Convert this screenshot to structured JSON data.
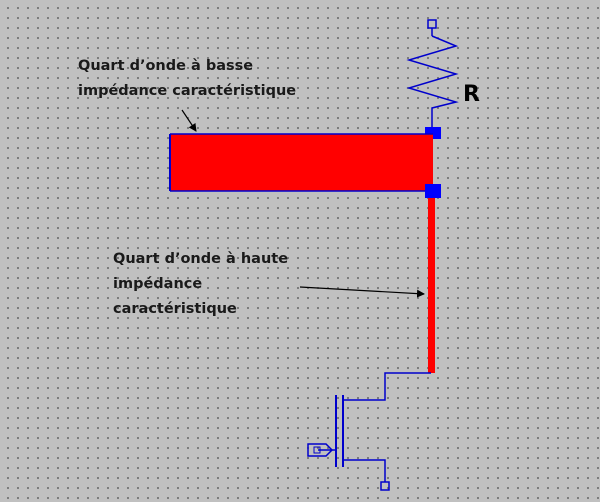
{
  "labels": {
    "low_impedance_line1": "Quart d’onde à basse",
    "low_impedance_line2": "impédance caractéristique",
    "high_impedance_line1": "Quart d’onde à haute",
    "high_impedance_line2": "impédance",
    "high_impedance_line3": "caractéristique",
    "resistor": "R"
  },
  "colors": {
    "background": "#c0c0c0",
    "line_fill": "#ff0000",
    "wire": "#0000cc",
    "port": "#0000ff",
    "text": "#1a1a1a"
  }
}
